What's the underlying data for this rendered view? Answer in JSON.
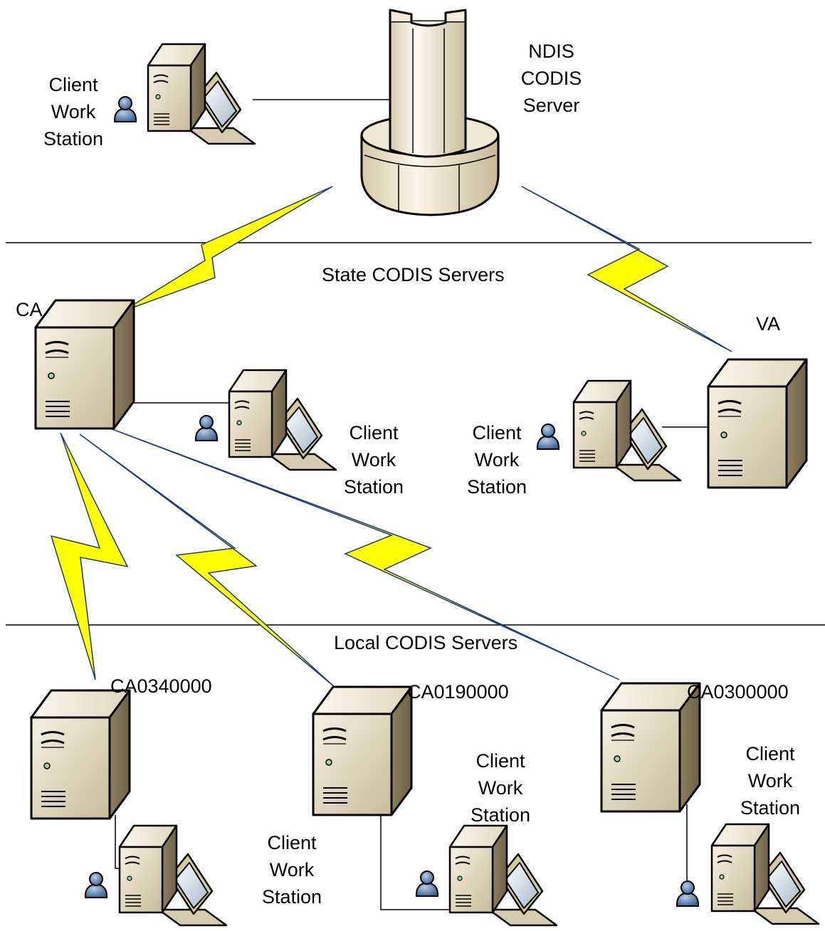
{
  "ndis": {
    "line1": "NDIS",
    "line2": "CODIS",
    "line3": "Server"
  },
  "tiers": {
    "state": "State CODIS Servers",
    "local": "Local CODIS Servers"
  },
  "states": {
    "ca": "CA",
    "va": "VA"
  },
  "locals": {
    "a": "CA0340000",
    "b": "CA0190000",
    "c": "CA0300000"
  },
  "workstation": {
    "line1": "Client",
    "line2": "Work",
    "line3": "Station"
  }
}
